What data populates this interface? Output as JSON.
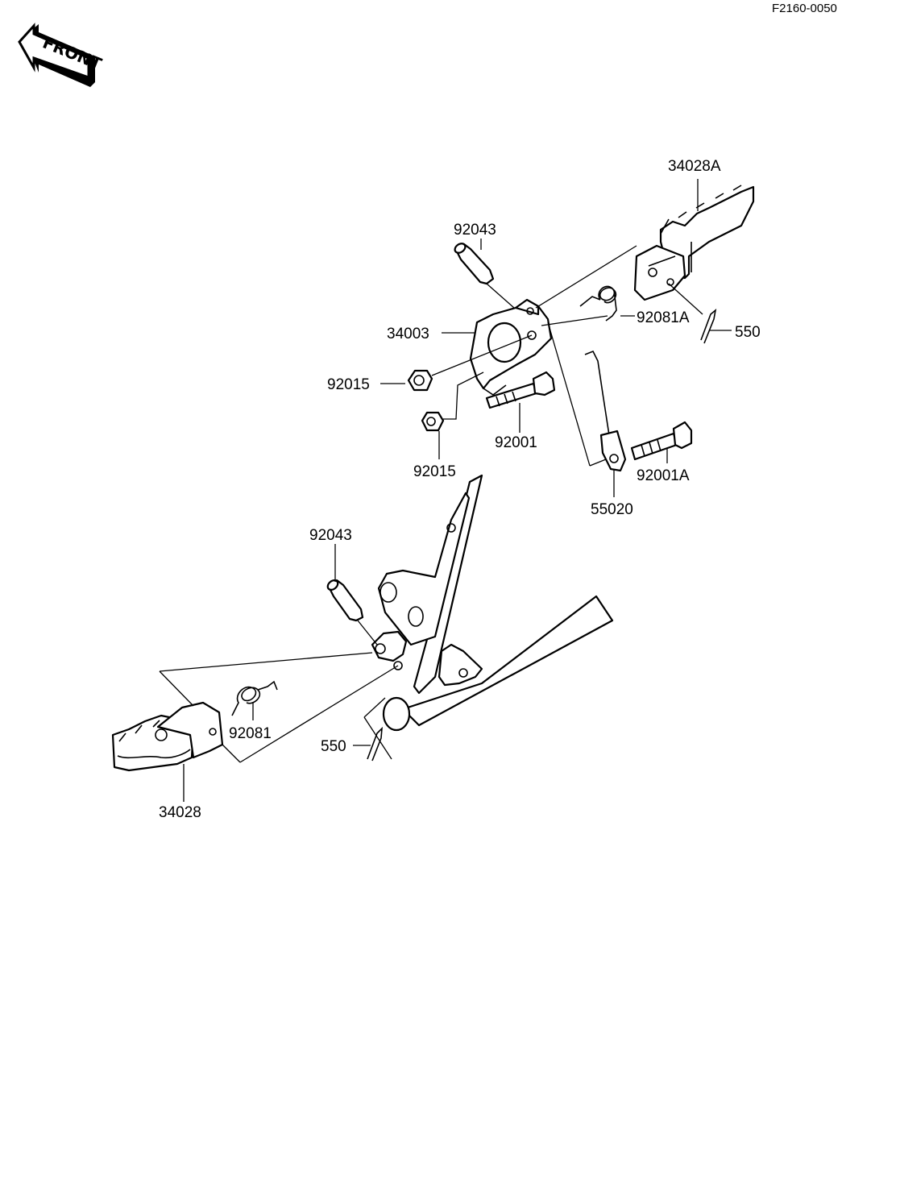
{
  "diagram_code": "F2160-0050",
  "front_label": "FRONT",
  "parts": {
    "p34028A": "34028A",
    "p92043_top": "92043",
    "p92081A": "92081A",
    "p550_top": "550",
    "p34003": "34003",
    "p92015_a": "92015",
    "p92015_b": "92015",
    "p92001": "92001",
    "p92001A": "92001A",
    "p55020": "55020",
    "p92043_bot": "92043",
    "p92081": "92081",
    "p550_bot": "550",
    "p34028": "34028"
  }
}
